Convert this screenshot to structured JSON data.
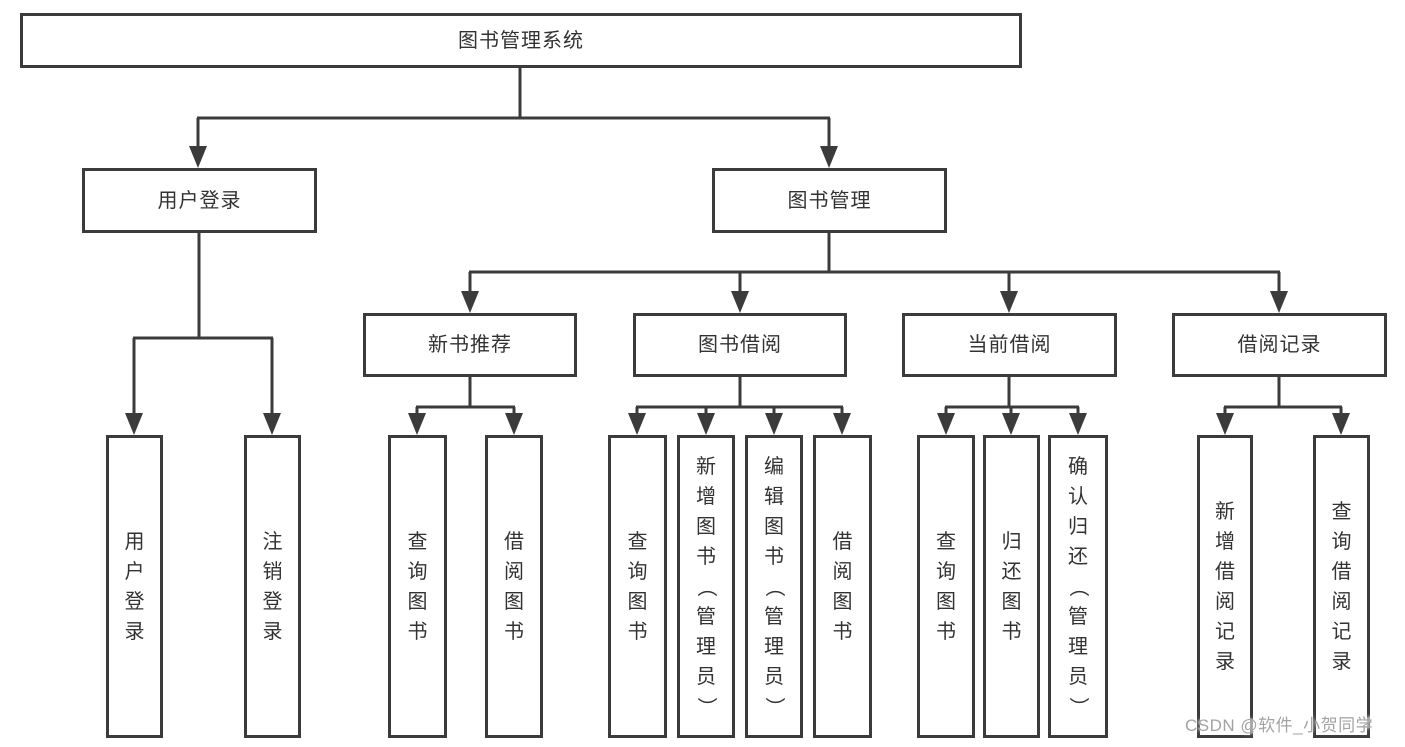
{
  "diagram_title": "图书管理系统",
  "colors": {
    "line": "#3b3b3b",
    "box_border": "#3b3b3b",
    "box_bg": "#ffffff",
    "text": "#333333",
    "watermark": "#a3a3a3"
  },
  "tree": {
    "root": {
      "label": "图书管理系统"
    },
    "level2": [
      {
        "label": "用户登录",
        "children": [
          {
            "label": "用户登录"
          },
          {
            "label": "注销登录"
          }
        ]
      },
      {
        "label": "图书管理",
        "children": [
          {
            "label": "新书推荐",
            "children": [
              {
                "label": "查询图书"
              },
              {
                "label": "借阅图书"
              }
            ]
          },
          {
            "label": "图书借阅",
            "children": [
              {
                "label": "查询图书"
              },
              {
                "label": "新增图书（管理员）"
              },
              {
                "label": "编辑图书（管理员）"
              },
              {
                "label": "借阅图书"
              }
            ]
          },
          {
            "label": "当前借阅",
            "children": [
              {
                "label": "查询图书"
              },
              {
                "label": "归还图书"
              },
              {
                "label": "确认归还（管理员）"
              }
            ]
          },
          {
            "label": "借阅记录",
            "children": [
              {
                "label": "新增借阅记录"
              },
              {
                "label": "查询借阅记录"
              }
            ]
          }
        ]
      }
    ]
  },
  "watermark": "CSDN @软件_小贺同学"
}
